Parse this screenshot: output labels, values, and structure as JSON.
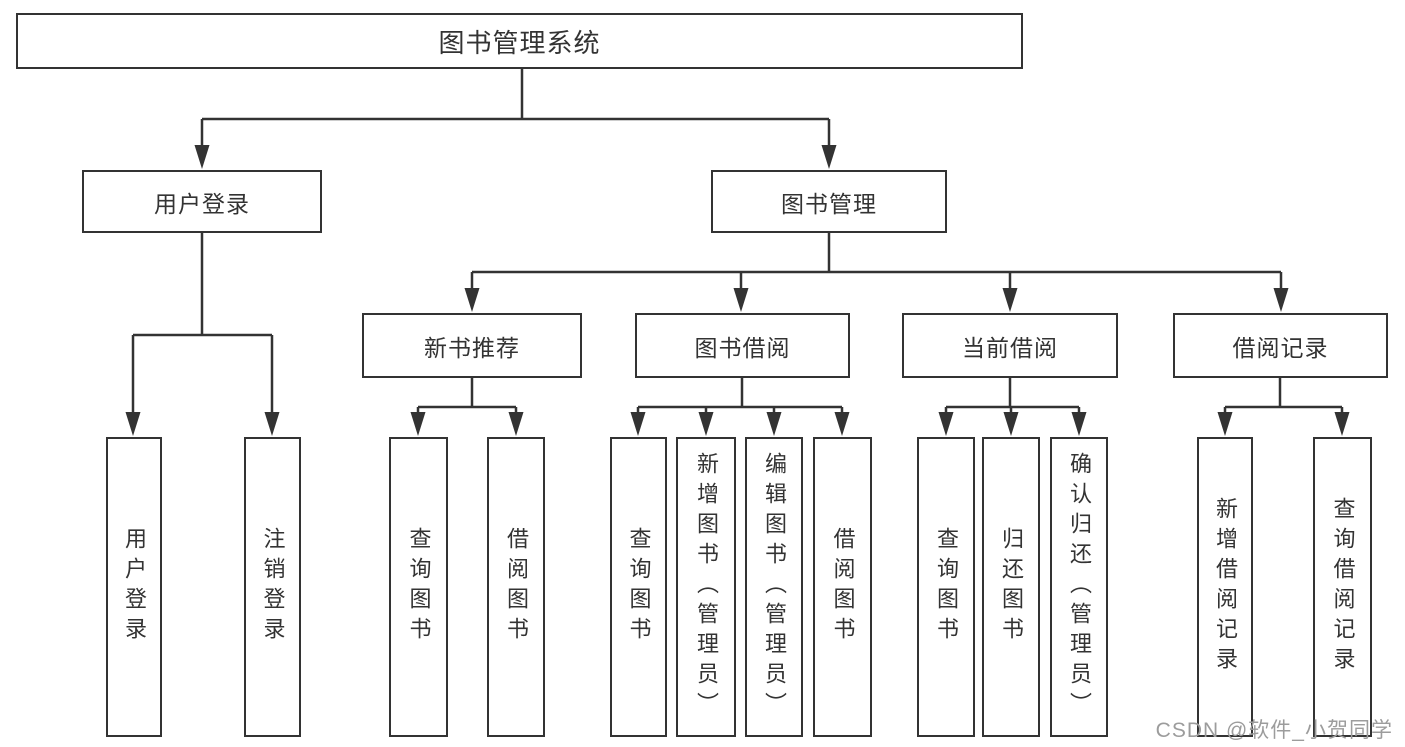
{
  "tree": {
    "root": {
      "label": "图书管理系统"
    },
    "branches": [
      {
        "label": "用户登录",
        "children": [
          {
            "label": "用户登录"
          },
          {
            "label": "注销登录"
          }
        ]
      },
      {
        "label": "图书管理",
        "children": [
          {
            "label": "新书推荐",
            "children": [
              {
                "label": "查询图书"
              },
              {
                "label": "借阅图书"
              }
            ]
          },
          {
            "label": "图书借阅",
            "children": [
              {
                "label": "查询图书"
              },
              {
                "label": "新增图书（管理员）"
              },
              {
                "label": "编辑图书（管理员）"
              },
              {
                "label": "借阅图书"
              }
            ]
          },
          {
            "label": "当前借阅",
            "children": [
              {
                "label": "查询图书"
              },
              {
                "label": "归还图书"
              },
              {
                "label": "确认归还（管理员）"
              }
            ]
          },
          {
            "label": "借阅记录",
            "children": [
              {
                "label": "新增借阅记录"
              },
              {
                "label": "查询借阅记录"
              }
            ]
          }
        ]
      }
    ]
  },
  "watermark": "CSDN @软件_小贺同学",
  "colors": {
    "line": "#333333",
    "text": "#333333",
    "background": "#ffffff",
    "watermark": "#9c9c9c"
  }
}
